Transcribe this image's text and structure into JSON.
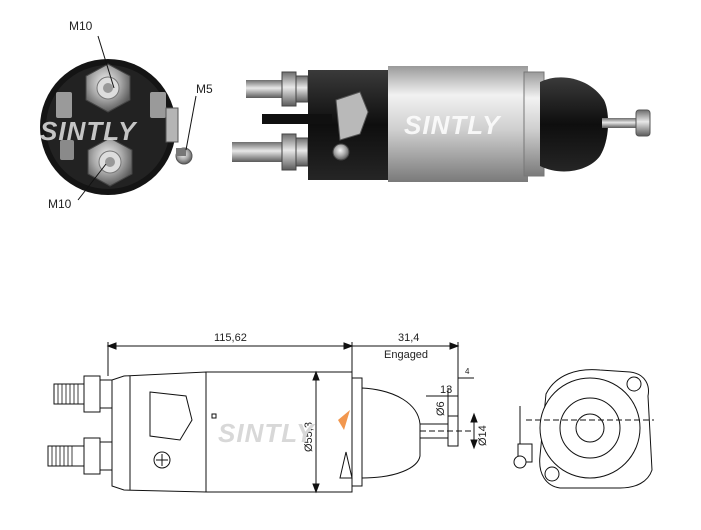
{
  "photo_top_view": {
    "labels": {
      "terminal_top": "M10",
      "terminal_bottom": "M10",
      "terminal_small": "M5"
    },
    "watermark": "SINTLY"
  },
  "photo_side_view": {
    "watermark": "SINTLY"
  },
  "drawing": {
    "dims": {
      "length": "115,62",
      "stroke": "31,4",
      "stroke_note": "Engaged",
      "offset_13": "13",
      "offset_4": "4",
      "dia_body": "Ø55,3",
      "dia_plunger_rod": "Ø6",
      "dia_plunger_head": "Ø14"
    },
    "watermark": "SINTLY"
  },
  "colors": {
    "watermark": "#d8d8d8",
    "accent": "#ef7d22",
    "line": "#111111"
  }
}
